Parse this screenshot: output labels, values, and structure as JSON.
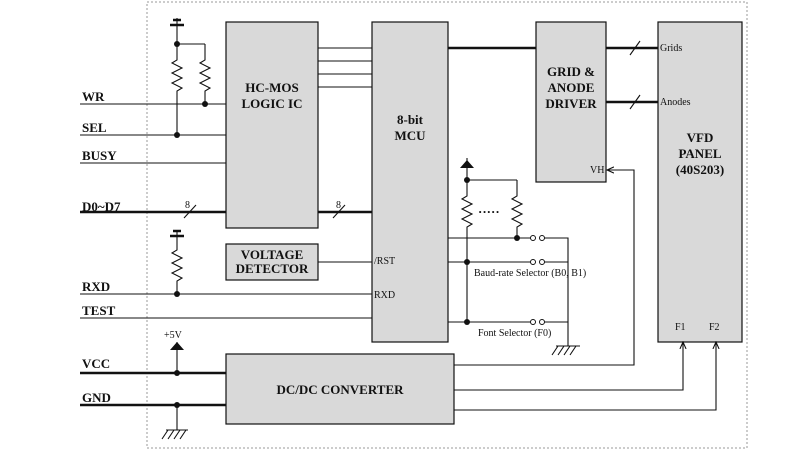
{
  "signals": {
    "wr": "WR",
    "sel": "SEL",
    "busy": "BUSY",
    "data": "D0~D7",
    "rxd": "RXD",
    "test": "TEST",
    "vcc": "VCC",
    "gnd": "GND"
  },
  "blocks": {
    "logic_ic": [
      "HC-MOS",
      "LOGIC IC"
    ],
    "mcu": [
      "8-bit",
      "MCU"
    ],
    "grid_driver": [
      "GRID &",
      "ANODE",
      "DRIVER"
    ],
    "vfd_panel": [
      "VFD",
      "PANEL",
      "(40S203)"
    ],
    "voltage_detector": [
      "VOLTAGE",
      "DETECTOR"
    ],
    "dcdc": "DC/DC CONVERTER"
  },
  "pins": {
    "rst": "/RST",
    "rxd_in": "RXD",
    "vh": "VH",
    "grids": "Grids",
    "anodes": "Anodes",
    "f1": "F1",
    "f2": "F2"
  },
  "annotations": {
    "bus_width_in": "8",
    "bus_width_mcu": "8",
    "plus5v": "+5V",
    "baud_selector": "Baud-rate Selector (B0, B1)",
    "font_selector": "Font Selector (F0)"
  }
}
